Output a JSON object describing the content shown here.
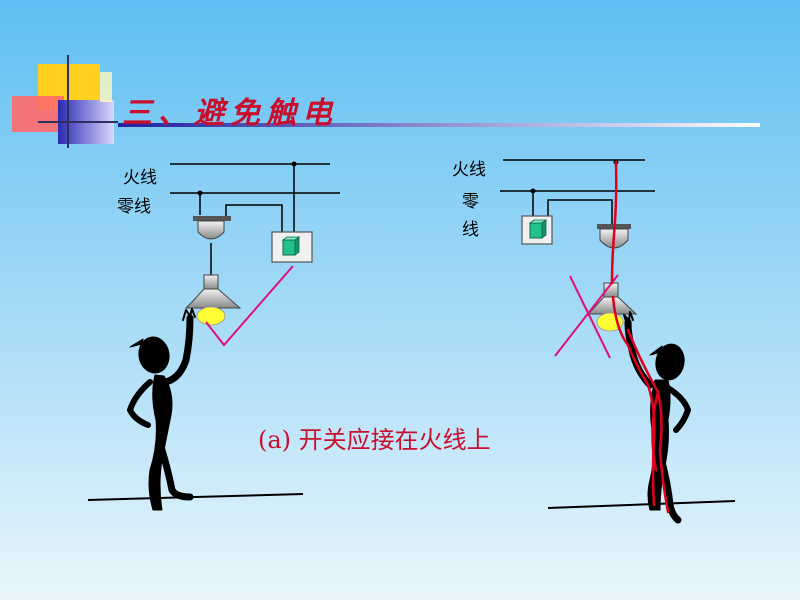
{
  "slide": {
    "title": "三、避免触电",
    "caption": "(a) 开关应接在火线上"
  },
  "left_diagram": {
    "live_label": "火线",
    "neutral_label": "零线"
  },
  "right_diagram": {
    "live_label": "火线",
    "neutral_label_line1": "零",
    "neutral_label_line2": "线"
  },
  "colors": {
    "title": "#c8102e",
    "caption": "#c8102e",
    "current_path": "#e0001b",
    "cross_mark": "#e0107a",
    "bulb": "#ffff33",
    "switch": "#22c08a"
  }
}
